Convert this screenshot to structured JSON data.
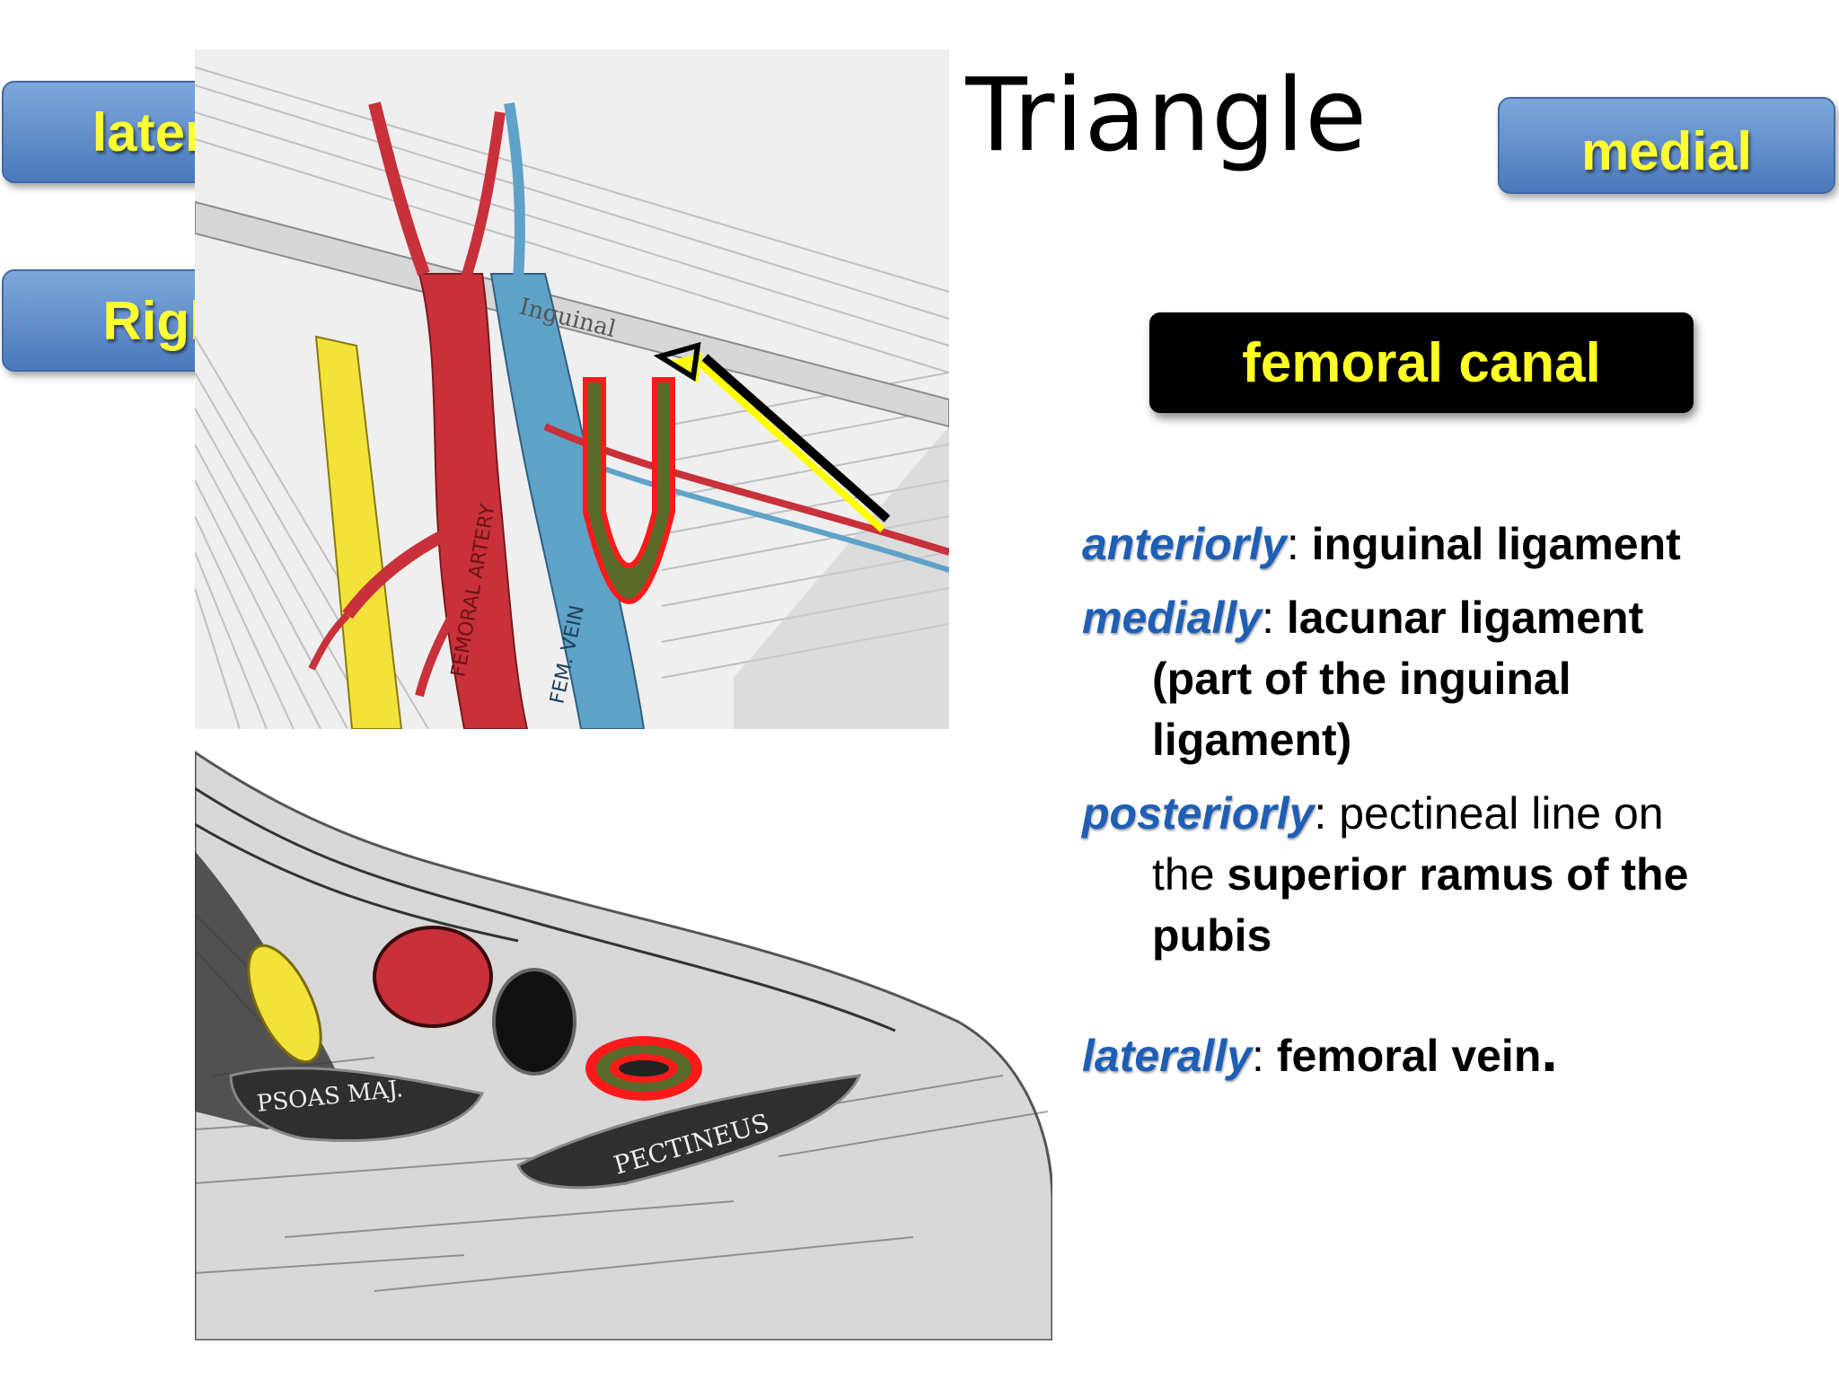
{
  "title": "femoral Triangle",
  "labels": {
    "lateral": "lateral",
    "medial": "medial",
    "right": "Right",
    "femoral_canal": "femoral canal"
  },
  "figure_top": {
    "texts": {
      "ligament": "Inguinal",
      "artery": "FEMORAL ARTERY",
      "vein": "FEM. VEIN"
    }
  },
  "figure_bottom": {
    "texts": {
      "psoas": "PSOAS MAJ.",
      "pectineus": "PECTINEUS"
    }
  },
  "borders": {
    "anteriorly": {
      "keyword": "anteriorly",
      "sep": ": ",
      "text": "inguinal ligament"
    },
    "medially": {
      "keyword": "medially",
      "sep": ": ",
      "line1": "lacunar ligament",
      "line2": "(part of the inguinal",
      "line3": "ligament)"
    },
    "posteriorly": {
      "keyword": "posteriorly",
      "sep": ": ",
      "line1": "pectineal line on",
      "line2a": "the ",
      "line2b": "superior ramus of the",
      "line3": "pubis"
    },
    "laterally": {
      "keyword": "laterally",
      "sep": ": ",
      "text": "femoral vein",
      "dot": "."
    }
  },
  "colors": {
    "button_fill": "#5b8bcd",
    "label_text": "#ffff33",
    "keyword_blue": "#1e5fb5",
    "artery_red": "#c8303a",
    "vein_blue": "#5ea2c8",
    "nerve_yellow": "#f2e23a",
    "canal_red": "#ff1a1a",
    "canal_green": "#5a6a2a",
    "arrow_yellow": "#ffff00"
  }
}
